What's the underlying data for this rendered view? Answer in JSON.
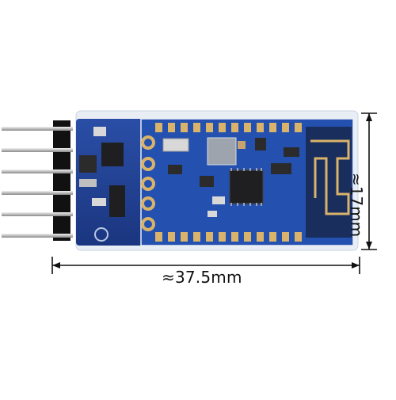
{
  "dimensions": {
    "width_label": "≈37.5mm",
    "height_label": "≈17mm"
  },
  "product": {
    "object": "bluetooth-module-board",
    "board_color": "#1f3f8f",
    "pad_color": "#d9b36a",
    "pin_count": 6
  }
}
